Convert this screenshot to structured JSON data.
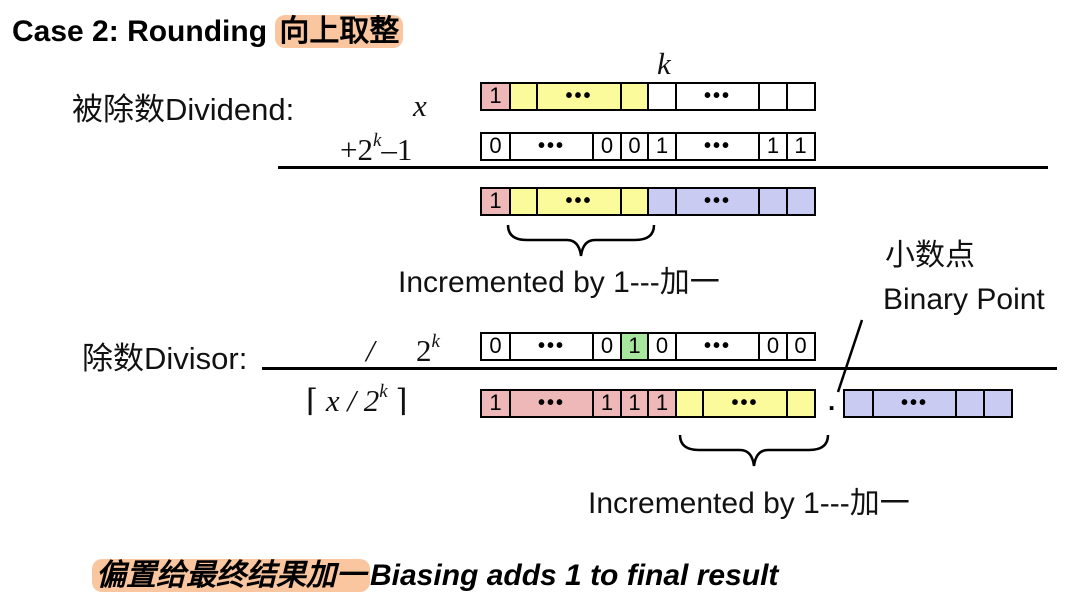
{
  "title": {
    "prefix": "Case 2: Rounding ",
    "highlight": "向上取整"
  },
  "dividend": {
    "label": "被除数Dividend:",
    "var": "x",
    "k_label": "k"
  },
  "addend": {
    "prefix": "+2",
    "sup": "k",
    "suffix": "–1"
  },
  "row_x": [
    {
      "t": "1",
      "c": "pink"
    },
    {
      "t": "",
      "c": "yellow"
    },
    {
      "t": "•••",
      "c": "yellow"
    },
    {
      "t": "",
      "c": "yellow"
    },
    {
      "t": "",
      "c": "white"
    },
    {
      "t": "•••",
      "c": "white"
    },
    {
      "t": "",
      "c": "white"
    },
    {
      "t": "",
      "c": "white"
    }
  ],
  "row_add": [
    {
      "t": "0",
      "c": "white"
    },
    {
      "t": "•••",
      "c": "white"
    },
    {
      "t": "0",
      "c": "white"
    },
    {
      "t": "0",
      "c": "white"
    },
    {
      "t": "1",
      "c": "white"
    },
    {
      "t": "•••",
      "c": "white"
    },
    {
      "t": "1",
      "c": "white"
    },
    {
      "t": "1",
      "c": "white"
    }
  ],
  "row_sum": [
    {
      "t": "1",
      "c": "pink"
    },
    {
      "t": "",
      "c": "yellow"
    },
    {
      "t": "•••",
      "c": "yellow"
    },
    {
      "t": "",
      "c": "yellow"
    },
    {
      "t": "",
      "c": "lav"
    },
    {
      "t": "•••",
      "c": "lav"
    },
    {
      "t": "",
      "c": "lav"
    },
    {
      "t": "",
      "c": "lav"
    }
  ],
  "increment_label_1": "Incremented by 1---加一",
  "binary_point": {
    "cn": "小数点",
    "en": "Binary Point",
    "dot": "."
  },
  "divisor": {
    "label": "除数Divisor:",
    "op": "/",
    "base": "2",
    "sup": "k"
  },
  "row_div": [
    {
      "t": "0",
      "c": "white"
    },
    {
      "t": "•••",
      "c": "white"
    },
    {
      "t": "0",
      "c": "white"
    },
    {
      "t": "1",
      "c": "green"
    },
    {
      "t": "0",
      "c": "white"
    },
    {
      "t": "•••",
      "c": "white"
    },
    {
      "t": "0",
      "c": "white"
    },
    {
      "t": "0",
      "c": "white"
    }
  ],
  "quotient": {
    "open": "⌈",
    "expr": "x / 2",
    "sup": "k",
    "close": "⌉"
  },
  "row_q": [
    {
      "t": "1",
      "c": "pink"
    },
    {
      "t": "•••",
      "c": "pink"
    },
    {
      "t": "1",
      "c": "pink"
    },
    {
      "t": "1",
      "c": "pink"
    },
    {
      "t": "1",
      "c": "pink"
    },
    {
      "t": "",
      "c": "yellow"
    },
    {
      "t": "•••",
      "c": "yellow"
    },
    {
      "t": "",
      "c": "yellow"
    }
  ],
  "row_frac": [
    {
      "t": "",
      "c": "lav"
    },
    {
      "t": "•••",
      "c": "lav"
    },
    {
      "t": "",
      "c": "lav"
    },
    {
      "t": "",
      "c": "lav"
    }
  ],
  "increment_label_2": "Incremented by 1---加一",
  "footer": {
    "highlight": "偏置给最终结果加一",
    "text": "Biasing adds 1 to final result"
  }
}
